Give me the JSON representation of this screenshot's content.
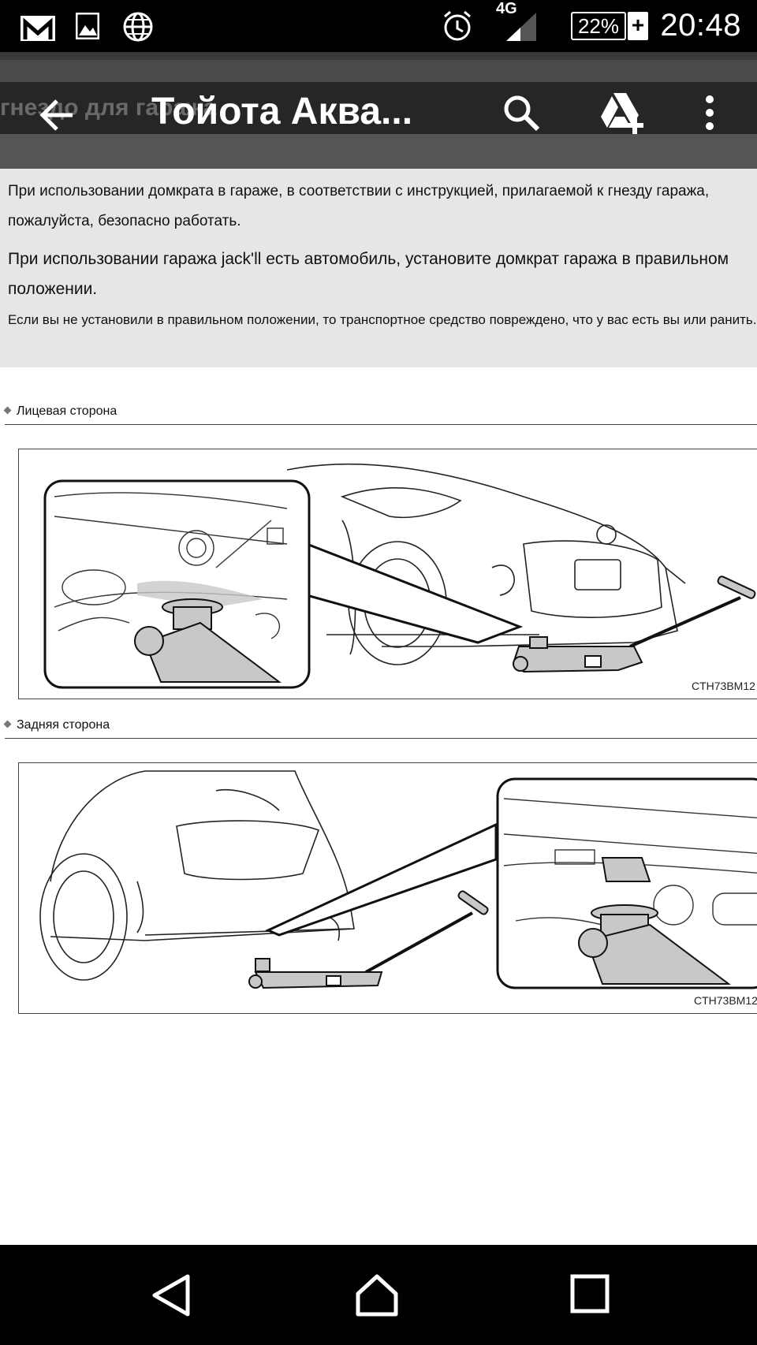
{
  "status_bar": {
    "icons": [
      "gmail-icon",
      "gallery-icon",
      "globe-icon",
      "alarm-icon",
      "signal-icon",
      "battery-icon"
    ],
    "network": "4G",
    "battery": "22%",
    "battery_charging": "+",
    "time": "20:48"
  },
  "app_bar": {
    "ghost_title": "гнездо для гаража",
    "title": "Тойота Аква...",
    "actions": [
      "back-icon",
      "search-icon",
      "drive-add-icon",
      "more-vert-icon"
    ]
  },
  "notice": {
    "p1": "При использовании домкрата в гараже, в соответствии с инструкцией, прилагаемой к гнезду гаража, пожалуйста, безопасно работать.",
    "p2": "При использовании гаража jack'll есть автомобиль, установите домкрат гаража в правильном положении.",
    "p3": "Если вы не установили в правильном положении, то транспортное средство повреждено, что у вас есть вы или ранить."
  },
  "sections": [
    {
      "title": "Лицевая сторона",
      "figure_code": "CTH73BM12"
    },
    {
      "title": "Задняя сторона",
      "figure_code": "CTH73BM12"
    }
  ],
  "nav_bar": {
    "buttons": [
      "back-nav-icon",
      "home-nav-icon",
      "recents-nav-icon"
    ]
  },
  "colors": {
    "status_bar": "#000000",
    "app_bar": "#262626",
    "notice_bg": "#e6e6e6",
    "jack_fill": "#c8c8c8"
  }
}
